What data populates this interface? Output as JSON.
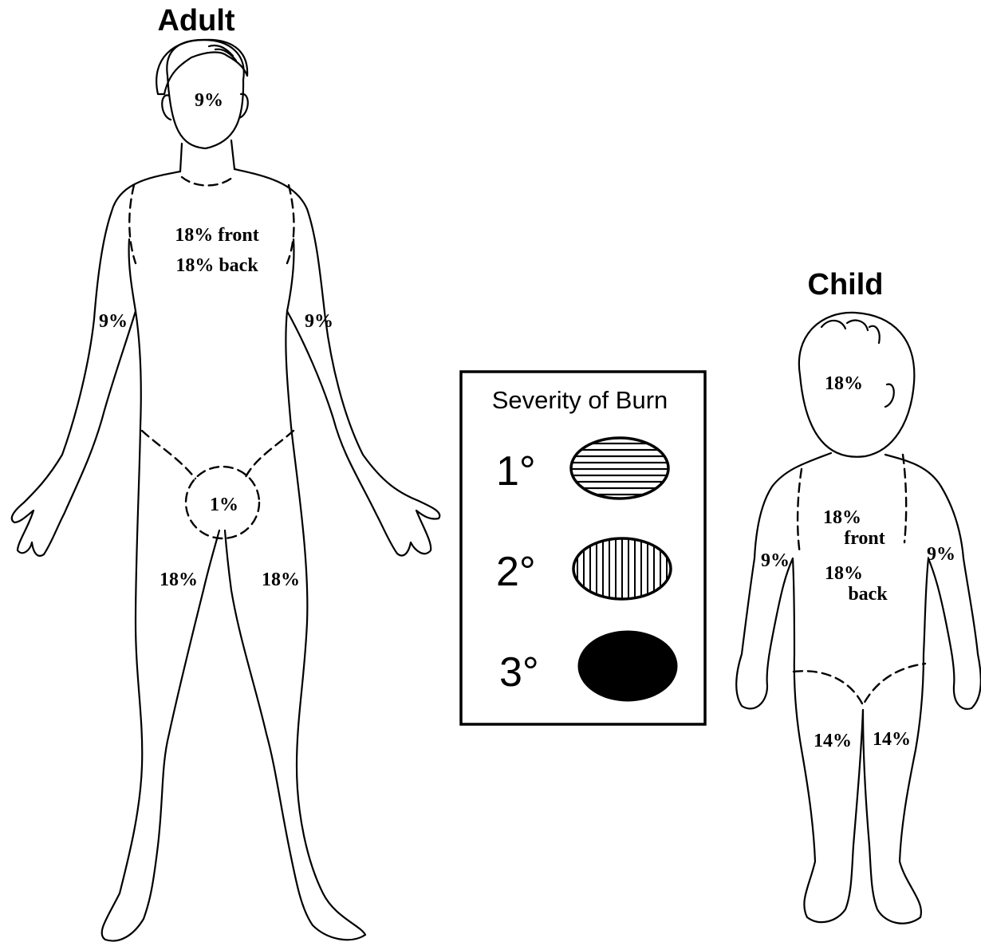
{
  "adult": {
    "title": "Adult",
    "head": "9%",
    "trunk_front": "18% front",
    "trunk_back": "18% back",
    "arm_left": "9%",
    "arm_right": "9%",
    "groin": "1%",
    "leg_left": "18%",
    "leg_right": "18%"
  },
  "child": {
    "title": "Child",
    "head": "18%",
    "trunk_front_pct": "18%",
    "trunk_front_word": "front",
    "trunk_back_pct": "18%",
    "trunk_back_word": "back",
    "arm_left": "9%",
    "arm_right": "9%",
    "leg_left": "14%",
    "leg_right": "14%"
  },
  "legend": {
    "title": "Severity of Burn",
    "rows": [
      {
        "degree": "1°",
        "pattern": "horizontal-lines"
      },
      {
        "degree": "2°",
        "pattern": "vertical-lines"
      },
      {
        "degree": "3°",
        "pattern": "solid"
      }
    ],
    "colors": {
      "ink": "#000000",
      "background": "#ffffff"
    }
  }
}
